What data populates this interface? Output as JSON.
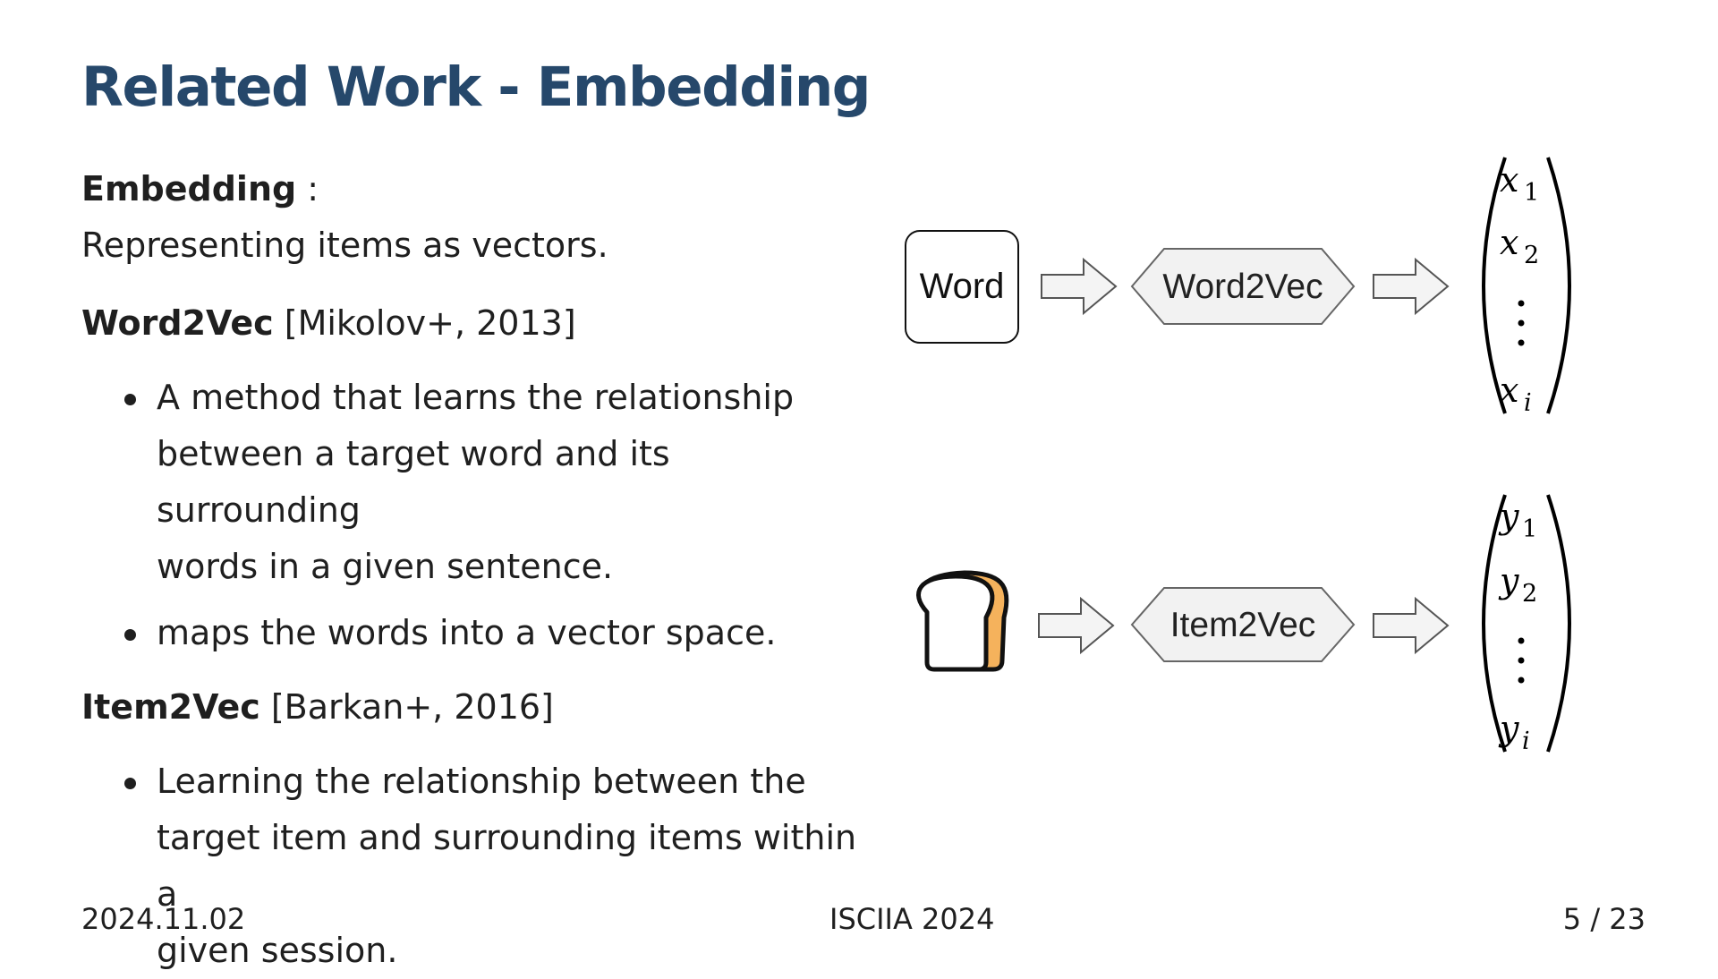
{
  "slide": {
    "title": "Related Work - Embedding",
    "embedding_term": "Embedding",
    "embedding_colon": " :",
    "embedding_def": "Representing items as vectors.",
    "word2vec_name": "Word2Vec",
    "word2vec_cite": " [Mikolov+, 2013]",
    "word2vec_bullets": [
      "A method that learns the relationship between a target word and its surrounding words in a given sentence.",
      "maps the words into a vector space."
    ],
    "item2vec_name": "Item2Vec",
    "item2vec_cite": " [Barkan+, 2016]",
    "item2vec_bullets": [
      "Learning the relationship between the target item and surrounding items within a given session."
    ]
  },
  "diagram": {
    "word_label": "Word",
    "word_model": "Word2Vec",
    "item_model": "Item2Vec",
    "item_icon": "bread-icon",
    "arrow_icon": "right-arrow-icon",
    "x_vector": {
      "var": "x",
      "subs": [
        "1",
        "2",
        "i"
      ]
    },
    "y_vector": {
      "var": "y",
      "subs": [
        "1",
        "2",
        "i"
      ]
    },
    "colors": {
      "title": "#26486b",
      "hex_fill": "#f2f2f2",
      "bread": "#f5b25c"
    }
  },
  "footer": {
    "date": "2024.11.02",
    "venue": "ISCIIA 2024",
    "page": "5 / 23"
  }
}
